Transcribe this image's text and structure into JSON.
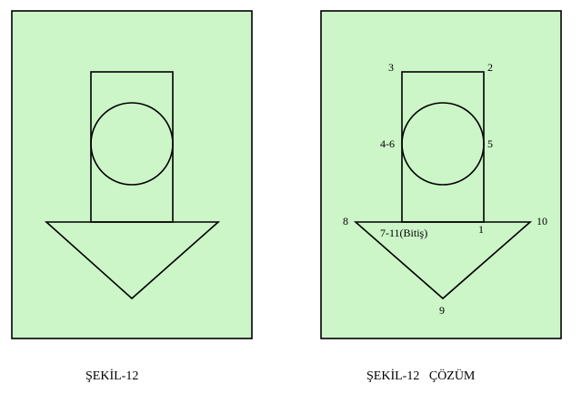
{
  "colors": {
    "panel_fill": "#ccf5c8",
    "stroke": "#000000"
  },
  "figures": [
    {
      "id": "sekil-12",
      "caption": "ŞEKİL-12",
      "shapes": [
        "rectangle",
        "circle",
        "triangle"
      ]
    },
    {
      "id": "sekil-12-cozum",
      "caption": "ŞEKİL-12   ÇÖZÜM",
      "shapes": [
        "rectangle",
        "circle",
        "triangle"
      ],
      "point_labels": {
        "p1": "1",
        "p2": "2",
        "p3": "3",
        "p4_6": "4-6",
        "p5": "5",
        "p7_11": "7-11(Bitiş)",
        "p8": "8",
        "p9": "9",
        "p10": "10"
      }
    }
  ]
}
